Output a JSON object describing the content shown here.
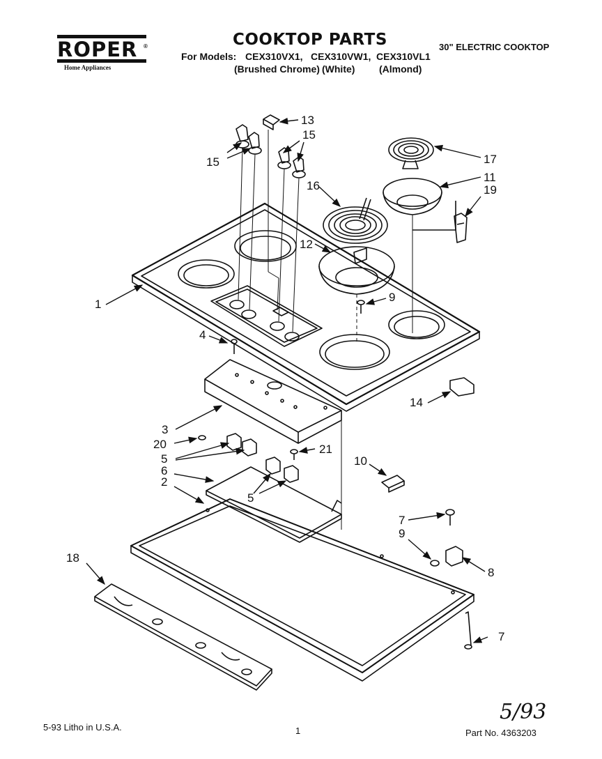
{
  "header": {
    "brand": "ROPER",
    "brand_tm": "®",
    "brand_sub": "Home Appliances",
    "title": "COOKTOP PARTS",
    "for_models_label": "For Models:",
    "models": [
      "CEX310VX1,",
      "CEX310VW1,",
      "CEX310VL1"
    ],
    "finishes": [
      "(Brushed Chrome)",
      "(White)",
      "(Almond)"
    ],
    "appliance": "30\" ELECTRIC COOKTOP"
  },
  "callouts": {
    "c1": "1",
    "c2": "2",
    "c3": "3",
    "c4": "4",
    "c5a": "5",
    "c5b": "5",
    "c6": "6",
    "c7a": "7",
    "c7b": "7",
    "c8": "8",
    "c9a": "9",
    "c9b": "9",
    "c10": "10",
    "c11": "11",
    "c12": "12",
    "c13": "13",
    "c14": "14",
    "c15a": "15",
    "c15b": "15",
    "c16": "16",
    "c17": "17",
    "c18": "18",
    "c19": "19",
    "c20": "20",
    "c21": "21"
  },
  "footer": {
    "litho": "5-93  Litho in U.S.A.",
    "page": "1",
    "handwritten_date": "5/93",
    "part_no": "Part No. 4363203"
  },
  "colors": {
    "ink": "#111111",
    "paper": "#ffffff"
  }
}
